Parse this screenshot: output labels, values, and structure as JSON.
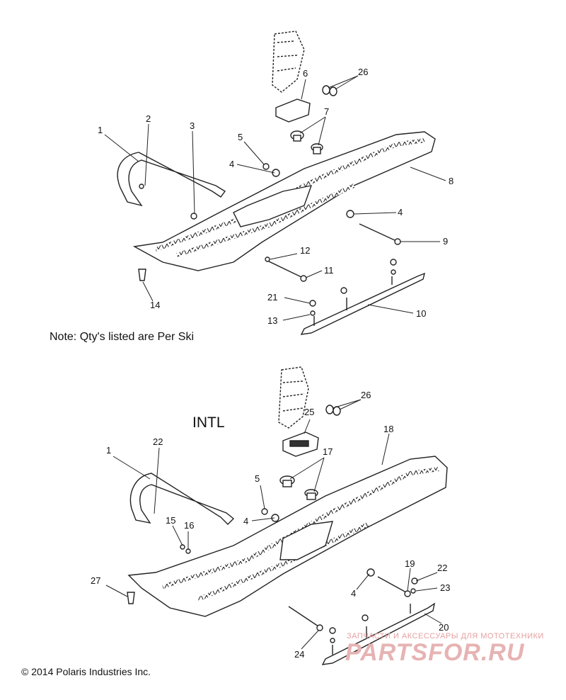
{
  "note": "Note: Qty's listed are Per Ski",
  "intl_label": "INTL",
  "copyright": "© 2014 Polaris Industries Inc.",
  "watermark": {
    "subtitle": "ЗАПЧАСТИ И АКСЕССУАРЫ ДЛЯ МОТОТЕХНИКИ",
    "logo": "PARTSFOR.RU"
  },
  "callouts": {
    "top": [
      "1",
      "2",
      "3",
      "5",
      "4",
      "6",
      "26",
      "7",
      "8",
      "4",
      "9",
      "12",
      "11",
      "21",
      "13",
      "10",
      "14"
    ],
    "bottom": [
      "1",
      "22",
      "15",
      "16",
      "5",
      "4",
      "25",
      "26",
      "17",
      "18",
      "27",
      "19",
      "22",
      "23",
      "4",
      "20",
      "24"
    ]
  },
  "colors": {
    "line": "#222222",
    "watermark": "#e6b3b3"
  }
}
